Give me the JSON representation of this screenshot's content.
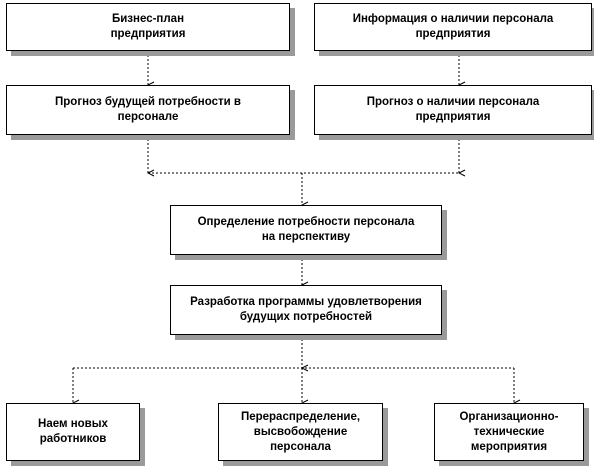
{
  "boxes": {
    "business_plan": "Бизнес-план\nпредприятия",
    "personnel_info": "Информация  о наличии персонала\nпредприятия",
    "future_need_forecast": "Прогноз  будущей потребности  в\nперсонале",
    "availability_forecast": "Прогноз о наличии персонала\nпредприятия",
    "need_determination": "Определение  потребности  персонала\nна перспективу",
    "program_development": "Разработка  программы удовлетворения\nбудущих потребностей",
    "hiring": "Наем новых\nработников",
    "redistribution": "Перераспределение,\nвысвобождение\nперсонала",
    "org_measures": "Организационно-\nтехнические\nмероприятия"
  },
  "colors": {
    "border": "#000000",
    "shadow": "#9a9a9a",
    "connector": "#000000"
  }
}
